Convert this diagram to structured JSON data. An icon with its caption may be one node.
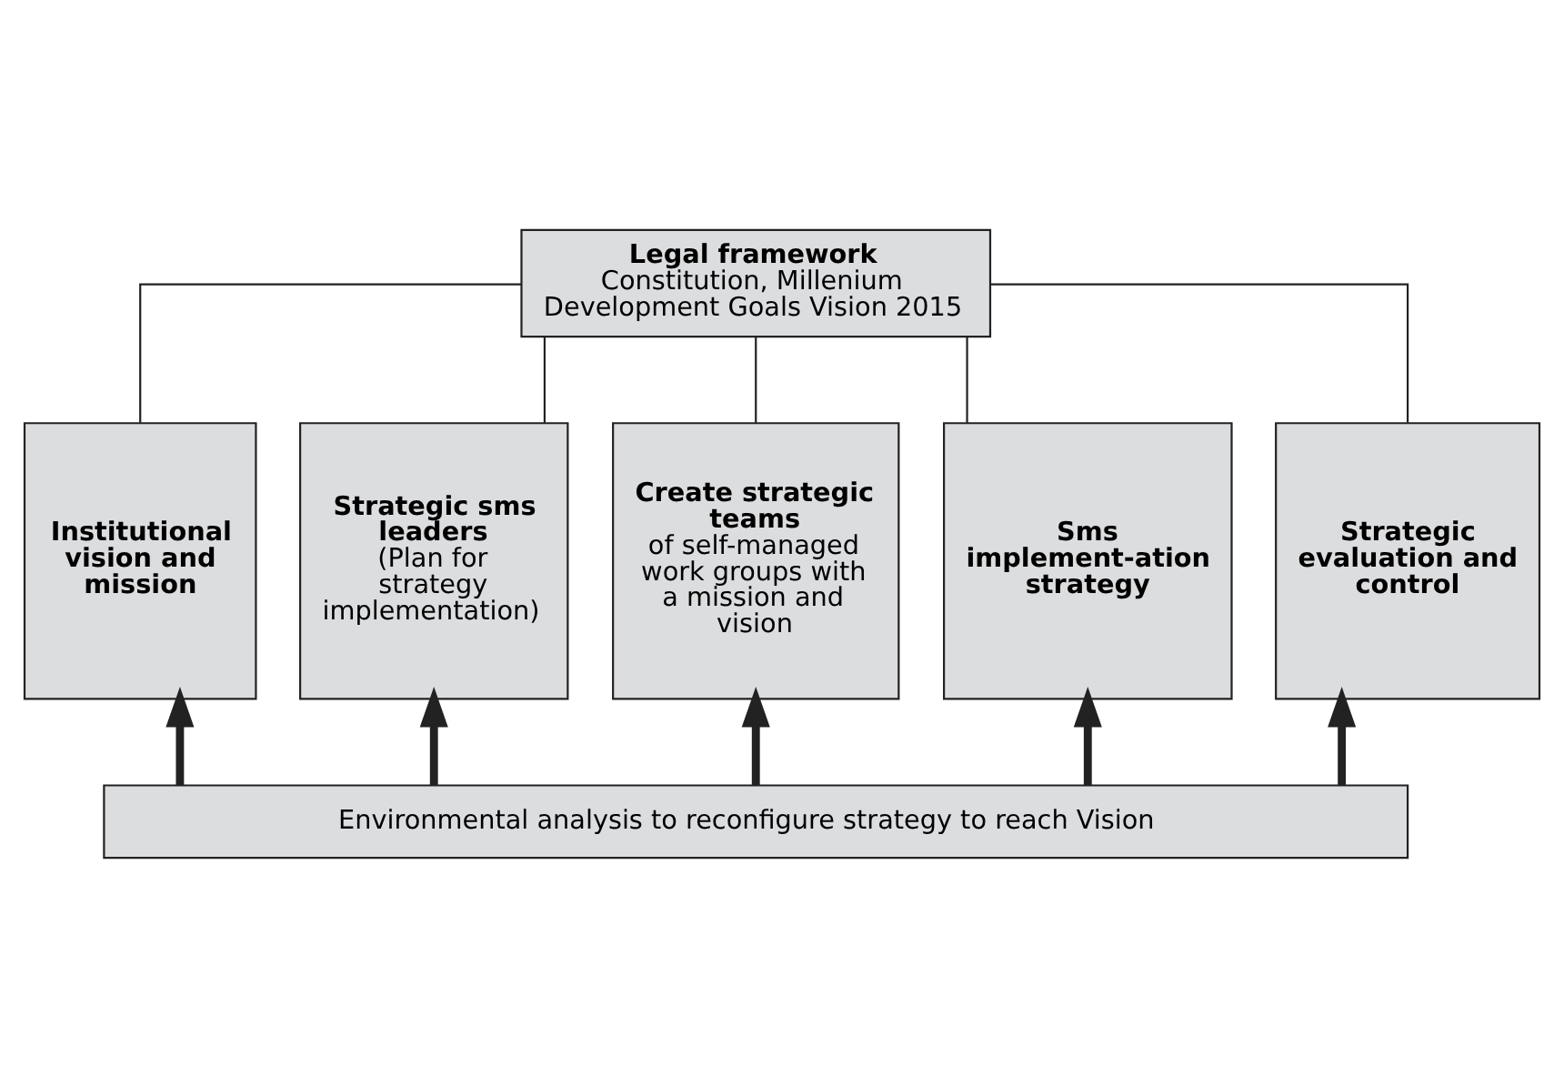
{
  "diagram": {
    "nodes": [
      {
        "text": [
          "Legal framework",
          "Constitution, Millenium Development Goals Vision 2015"
        ]
      },
      {
        "text": [
          "Institutional vision and mission"
        ]
      },
      {
        "text": [
          "Strategic sms leaders",
          "(Plan for strategy implementation)"
        ]
      },
      {
        "text": [
          "Create strategic teams",
          "of self-managed work groups with a mission and vision"
        ]
      },
      {
        "text": [
          "Sms implement-ation strategy"
        ]
      },
      {
        "text": [
          "Strategic evaluation and control"
        ]
      },
      {
        "text": [
          "Environmental analysis to reconfigure strategy to reach Vision"
        ]
      }
    ],
    "edges": [
      {
        "from": 0,
        "to": 1,
        "arrow": "none"
      },
      {
        "from": 0,
        "to": 2,
        "arrow": "none"
      },
      {
        "from": 0,
        "to": 3,
        "arrow": "none"
      },
      {
        "from": 0,
        "to": 4,
        "arrow": "none"
      },
      {
        "from": 0,
        "to": 5,
        "arrow": "none"
      },
      {
        "from": 6,
        "to": 1,
        "arrow": "to",
        "style": "thick"
      },
      {
        "from": 6,
        "to": 2,
        "arrow": "to",
        "style": "thick"
      },
      {
        "from": 6,
        "to": 3,
        "arrow": "to",
        "style": "thick"
      },
      {
        "from": 6,
        "to": 4,
        "arrow": "to",
        "style": "thick"
      },
      {
        "from": 6,
        "to": 5,
        "arrow": "to",
        "style": "thick"
      }
    ]
  }
}
